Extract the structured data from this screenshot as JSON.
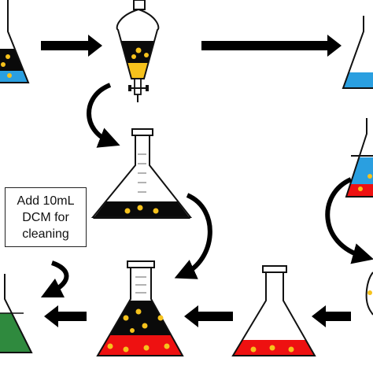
{
  "note": {
    "lines": [
      "Add 10mL",
      "DCM for",
      "cleaning"
    ]
  },
  "colors": {
    "black_layer": "#0a0a0a",
    "blue_layer": "#2a9fe0",
    "red_layer": "#ee1111",
    "green_layer": "#2f8a3e",
    "droplet": "#f6c21c",
    "glass_outline": "#111111",
    "arrow": "#000000"
  },
  "icons": [
    "separatory-funnel-icon",
    "erlenmeyer-flask-icon",
    "curved-arrow-icon",
    "straight-arrow-icon"
  ]
}
